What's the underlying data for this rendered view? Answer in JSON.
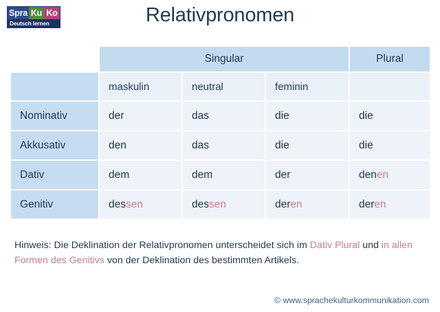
{
  "logo": {
    "part1": "Spra",
    "part2": "Ku",
    "part3": "Ko",
    "tagline": "Deutsch lernen",
    "colors": {
      "part1_bg": "#2d4a8a",
      "part2_bg": "#4f8a3d",
      "part3_bg": "#b8407d",
      "tagline_bg": "#1d3160"
    }
  },
  "title": "Relativpronomen",
  "table": {
    "group_headers": {
      "corner": "",
      "singular": "Singular",
      "plural": "Plural"
    },
    "column_headers": {
      "corner": "",
      "maskulin": "maskulin",
      "neutral": "neutral",
      "feminin": "feminin",
      "plural": ""
    },
    "rows": [
      {
        "label": "Nominativ",
        "maskulin": {
          "stem": "der",
          "suffix": ""
        },
        "neutral": {
          "stem": "das",
          "suffix": ""
        },
        "feminin": {
          "stem": "die",
          "suffix": ""
        },
        "plural": {
          "stem": "die",
          "suffix": ""
        }
      },
      {
        "label": "Akkusativ",
        "maskulin": {
          "stem": "den",
          "suffix": ""
        },
        "neutral": {
          "stem": "das",
          "suffix": ""
        },
        "feminin": {
          "stem": "die",
          "suffix": ""
        },
        "plural": {
          "stem": "die",
          "suffix": ""
        }
      },
      {
        "label": "Dativ",
        "maskulin": {
          "stem": "dem",
          "suffix": ""
        },
        "neutral": {
          "stem": "dem",
          "suffix": ""
        },
        "feminin": {
          "stem": "der",
          "suffix": ""
        },
        "plural": {
          "stem": "den",
          "suffix": "en"
        }
      },
      {
        "label": "Genitiv",
        "maskulin": {
          "stem": "des",
          "suffix": "sen"
        },
        "neutral": {
          "stem": "des",
          "suffix": "sen"
        },
        "feminin": {
          "stem": "der",
          "suffix": "en"
        },
        "plural": {
          "stem": "der",
          "suffix": "en"
        }
      }
    ]
  },
  "note": {
    "seg1": "Hinweis: Die Deklination der Relativpronomen unterscheidet sich im ",
    "hl1": "Dativ Plural",
    "seg2": " und ",
    "hl2": "in allen Formen des Genitivs",
    "seg3": " von der Deklination des bestimmten Artikels."
  },
  "footer": "© www.sprachekulturkommunikation.com",
  "colors": {
    "header_band": "#c3dbef",
    "row_label_bg": "#c6dcf0",
    "cell_bg": "#eef3f9",
    "text": "#1f3a56",
    "accent_pink": "#c87d92"
  }
}
